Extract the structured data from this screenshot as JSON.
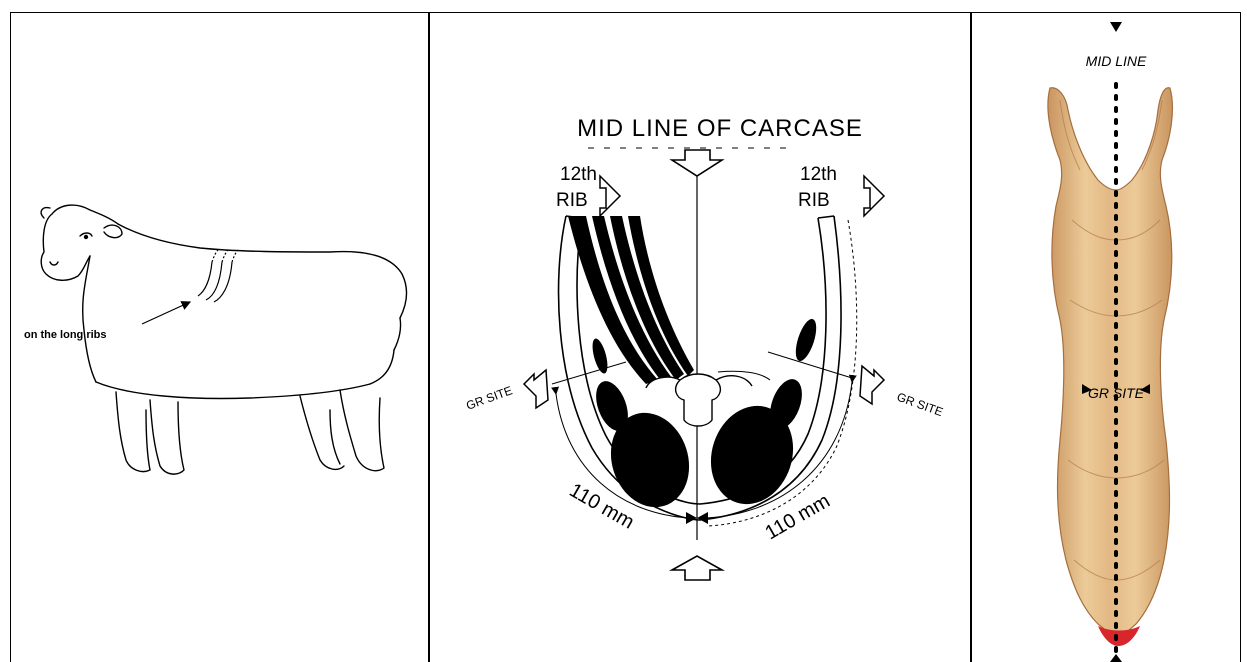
{
  "panels": {
    "sheep": {
      "label": "on the long ribs"
    },
    "cross_section": {
      "title": "MID LINE OF CARCASE",
      "rib_left_line1": "12th",
      "rib_left_line2": "RIB",
      "rib_right_line1": "12th",
      "rib_right_line2": "RIB",
      "gr_site_left": "GR SITE",
      "gr_site_right": "GR SITE",
      "dist_left": "110 mm",
      "dist_right": "110 mm"
    },
    "carcase_photo": {
      "mid_line": "MID LINE",
      "gr_site": "GR SITE"
    }
  },
  "colors": {
    "ink": "#000000",
    "meat_light": "#e7c48f",
    "meat_mid": "#d6a46a",
    "meat_dark": "#b57a4a",
    "red_tip": "#d8262d"
  }
}
